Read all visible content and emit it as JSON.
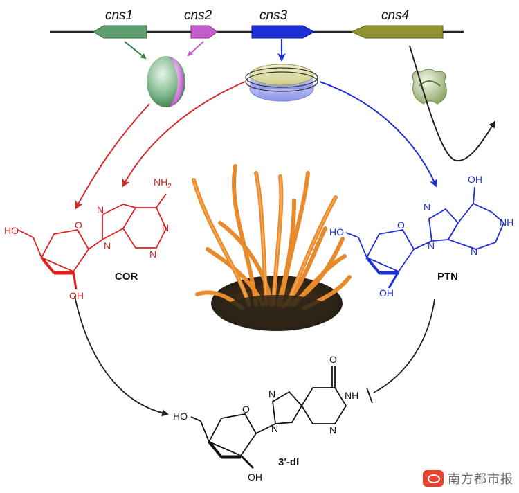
{
  "genes": {
    "cns1": "cns1",
    "cns2": "cns2",
    "cns3": "cns3",
    "cns4": "cns4"
  },
  "compounds": {
    "cor": {
      "name": "COR",
      "nh2": "NH",
      "nh2_sub": "2",
      "ho": "HO",
      "oh": "OH",
      "o": "O",
      "n": "N",
      "color": "#e01e1e"
    },
    "ptn": {
      "name": "PTN",
      "oh_top": "OH",
      "nh": "NH",
      "ho": "HO",
      "oh": "OH",
      "o": "O",
      "n": "N",
      "color": "#1f2fd6"
    },
    "dl": {
      "name": "3′-dI",
      "o_top": "O",
      "nh": "NH",
      "ho": "HO",
      "oh": "OH",
      "o": "O",
      "n": "N",
      "color": "#111111"
    }
  },
  "colors": {
    "cns1": "#5f9e6e",
    "cns2": "#c25ec9",
    "cns3": "#1f2fd6",
    "cns4": "#8f9430",
    "red_arrow": "#d62a2a",
    "blue_arrow": "#1f2fd6"
  },
  "watermark": {
    "text": "南方都市报"
  }
}
